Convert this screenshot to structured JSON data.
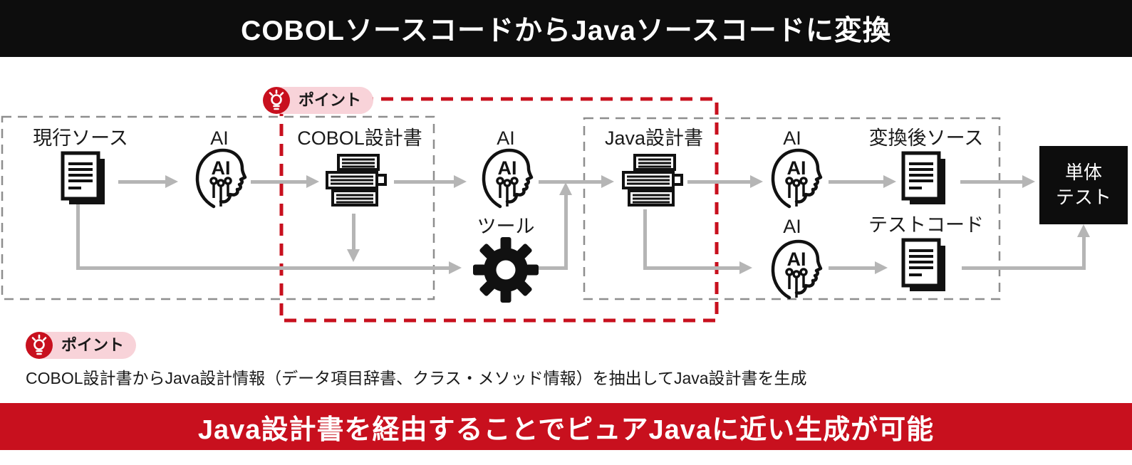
{
  "colors": {
    "accent_red": "#c8101e",
    "pink": "#f8d3d9",
    "bar_black": "#0d0d0d",
    "arrow_gray": "#b5b5b5",
    "frame_gray": "#8e8e8e"
  },
  "header": {
    "title": "COBOLソースコードからJavaソースコードに変換"
  },
  "badges": {
    "top": {
      "label": "ポイント"
    },
    "bottom": {
      "label": "ポイント"
    }
  },
  "diagram": {
    "nodes": {
      "current_source": {
        "label": "現行ソース"
      },
      "ai1": {
        "label": "AI"
      },
      "cobol_design": {
        "label": "COBOL設計書"
      },
      "ai2": {
        "label": "AI"
      },
      "tool": {
        "label": "ツール"
      },
      "java_design": {
        "label": "Java設計書"
      },
      "ai3": {
        "label": "AI"
      },
      "ai4": {
        "label": "AI"
      },
      "converted_source": {
        "label": "変換後ソース"
      },
      "test_code": {
        "label": "テストコード"
      },
      "unit_test": {
        "label": "単体テスト",
        "lines": [
          "単体",
          "テスト"
        ]
      }
    },
    "icons": {
      "ai_text": "AI",
      "lightbulb": "lightbulb-icon",
      "document": "document-icon",
      "books": "design-doc-stack-icon",
      "ai_head": "ai-head-icon",
      "gear": "gear-icon"
    }
  },
  "notes": {
    "point_text": "COBOL設計書からJava設計情報（データ項目辞書、クラス・メソッド情報）を抽出してJava設計書を生成"
  },
  "footer": {
    "title": "Java設計書を経由することでピュアJavaに近い生成が可能"
  }
}
